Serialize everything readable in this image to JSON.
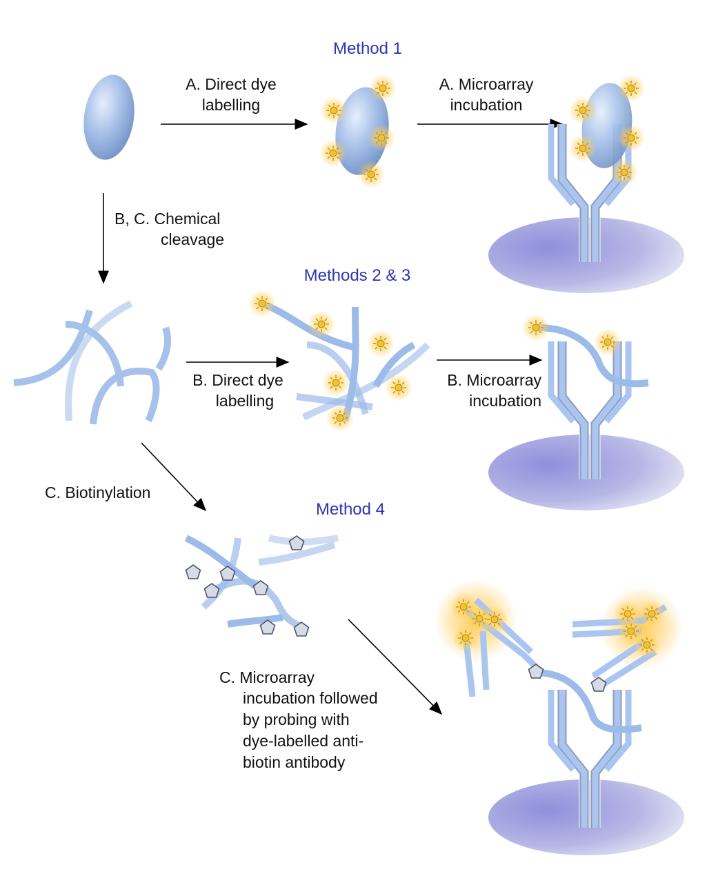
{
  "titles": {
    "method1": "Method 1",
    "methods23": "Methods 2 & 3",
    "method4": "Method 4"
  },
  "steps": {
    "a_labelling": [
      "A. Direct dye",
      "labelling"
    ],
    "a_incubation": [
      "A. Microarray",
      "incubation"
    ],
    "bc_cleavage": [
      "B, C. Chemical",
      "cleavage"
    ],
    "b_labelling": [
      "B. Direct dye",
      "labelling"
    ],
    "b_incubation": [
      "B. Microarray",
      "incubation"
    ],
    "c_biotinylation": "C. Biotinylation",
    "c_incubation": [
      "C. Microarray",
      "incubation followed",
      "by probing with",
      "dye-labelled anti-",
      "biotin antibody"
    ]
  },
  "colors": {
    "method_title": "#2a35b5",
    "protein": "#a9c3ea",
    "dye_glow": "#ffcf5a",
    "disc": "#a8a8e0"
  }
}
